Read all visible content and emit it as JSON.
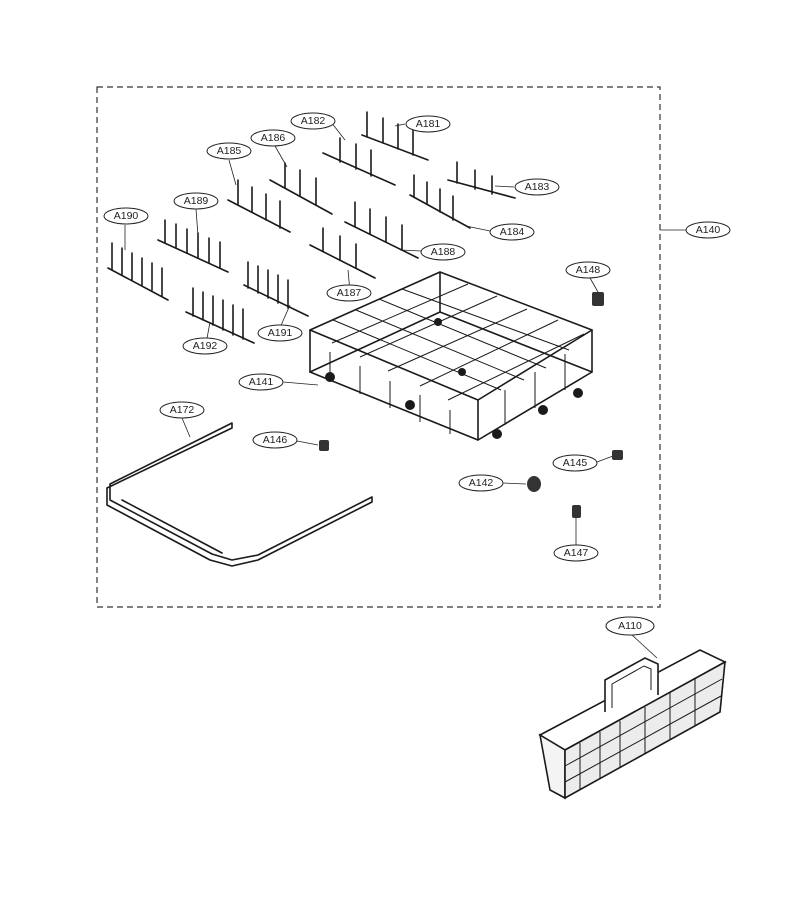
{
  "labels": {
    "A181": "A181",
    "A182": "A182",
    "A183": "A183",
    "A184": "A184",
    "A185": "A185",
    "A186": "A186",
    "A187": "A187",
    "A188": "A188",
    "A189": "A189",
    "A190": "A190",
    "A191": "A191",
    "A192": "A192",
    "A140": "A140",
    "A141": "A141",
    "A142": "A142",
    "A145": "A145",
    "A146": "A146",
    "A147": "A147",
    "A148": "A148",
    "A172": "A172",
    "A110": "A110"
  }
}
